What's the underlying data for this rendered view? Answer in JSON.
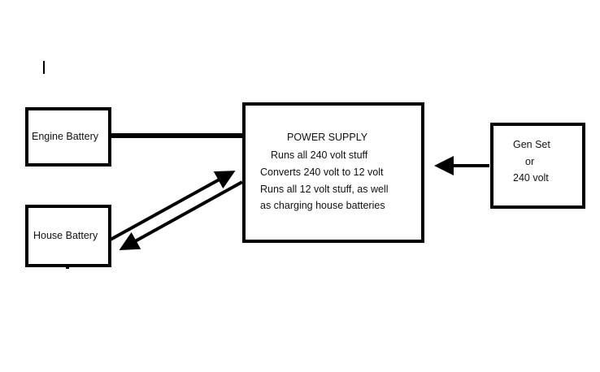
{
  "diagram": {
    "nodes": {
      "engine_battery": {
        "label": "Engine Battery"
      },
      "house_battery": {
        "label": "House Battery"
      },
      "power_supply": {
        "title": "POWER SUPPLY",
        "lines": [
          "Runs all  240  volt stuff",
          "Converts 240  volt to 12 volt",
          "Runs all  12 volt stuff, as well",
          "as charging  house batteries"
        ]
      },
      "genset": {
        "lines": [
          "Gen Set",
          "or",
          "240 volt"
        ]
      }
    },
    "connections": [
      {
        "from": "engine_battery",
        "to": "power_supply",
        "type": "line"
      },
      {
        "from": "house_battery",
        "to": "power_supply",
        "type": "arrow"
      },
      {
        "from": "power_supply",
        "to": "house_battery",
        "type": "arrow"
      },
      {
        "from": "genset",
        "to": "power_supply",
        "type": "arrow"
      }
    ]
  }
}
